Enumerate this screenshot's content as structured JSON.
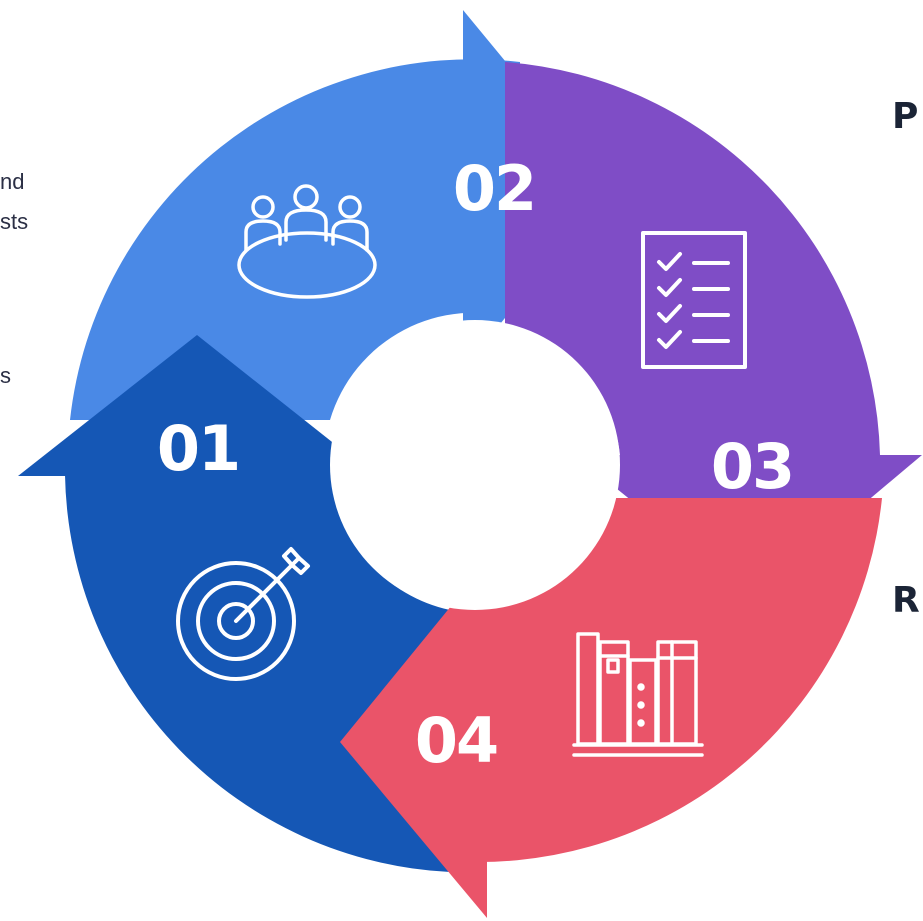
{
  "colors": {
    "step_01": "#1557b5",
    "step_02": "#4a89e6",
    "step_03": "#7f4dc6",
    "step_04": "#ea5469",
    "icon_stroke": "#ffffff",
    "heading_text": "#1b2436"
  },
  "steps": [
    {
      "number": "01",
      "icon": "target-arrow-icon"
    },
    {
      "number": "02",
      "icon": "meeting-table-icon"
    },
    {
      "number": "03",
      "icon": "checklist-icon"
    },
    {
      "number": "04",
      "icon": "books-icon"
    }
  ],
  "left_text": {
    "line_1": "nd",
    "line_2": "sts",
    "line_3": "s"
  },
  "right_headings": {
    "top": "P",
    "bottom": "R"
  }
}
